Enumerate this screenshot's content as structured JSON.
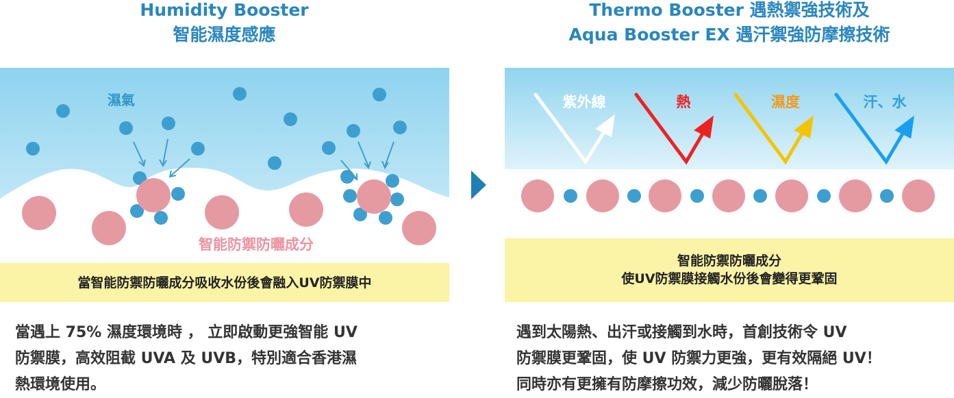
{
  "left": {
    "title_line1": "Humidity Booster",
    "title_line2": "智能濕度感應",
    "vapor_label": "濕氣",
    "component_label": "智能防禦防曬成分",
    "caption": "當智能防禦防曬成分吸收水份後會融入UV防禦膜中",
    "desc_line1": "當遇上 75% 濕度環境時 ， 立即啟動更強智能 UV",
    "desc_line2": "防禦膜，高效阻截 UVA 及 UVB，特別適合香港濕",
    "desc_line3": "熱環境使用。"
  },
  "right": {
    "title_line1": "Thermo Booster 遇熱禦強技術及",
    "title_line2": "Aqua Booster EX 遇汗禦強防摩擦技術",
    "labels": [
      "紫外線",
      "熱",
      "濕度",
      "汗、水"
    ],
    "caption_line1": "智能防禦防曬成分",
    "caption_line2": "使UV防禦膜接觸水份後會變得更鞏固",
    "desc_line1": "遇到太陽熱、出汗或接觸到水時，首創技術令 UV",
    "desc_line2": "防禦膜更鞏固，使 UV 防禦力更強，更有效隔絕 UV！",
    "desc_line3": "同時亦有更擁有防摩擦功效，減少防曬脫落！"
  },
  "colors": {
    "title_blue": "#2a86bd",
    "sky_top": "#8fd3ee",
    "sky_bottom": "#e2f4fb",
    "droplet": "#3d9fcf",
    "pink_dot": "#e59aa2",
    "pink_label": "#ec93a2",
    "yellow_band": "#fbf3a5",
    "arrow_red": "#ee2222",
    "arrow_yellow": "#f5c400",
    "arrow_blue": "#1a9ff0",
    "label_orange": "#f29a1d",
    "nav_arrow": "#1f7fb5"
  },
  "icons": [
    "next-arrow-icon",
    "uv-arrow-icon",
    "heat-arrow-icon",
    "humidity-arrow-icon",
    "sweat-water-arrow-icon"
  ]
}
